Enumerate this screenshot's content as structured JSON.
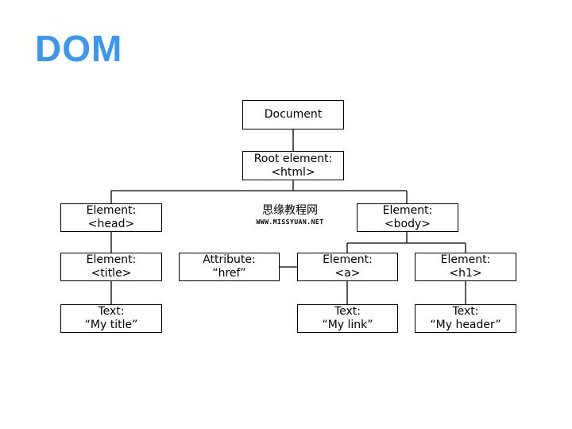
{
  "title": "DOM",
  "colors": {
    "title": "#3b97ee",
    "line": "#000000"
  },
  "nodes": {
    "document": {
      "line1": "Document"
    },
    "root": {
      "line1": "Root element:",
      "line2": "<html>"
    },
    "head": {
      "line1": "Element:",
      "line2": "<head>"
    },
    "body": {
      "line1": "Element:",
      "line2": "<body>"
    },
    "title_el": {
      "line1": "Element:",
      "line2": "<title>"
    },
    "attribute": {
      "line1": "Attribute:",
      "line2": "“href”"
    },
    "a": {
      "line1": "Element:",
      "line2": "<a>"
    },
    "h1": {
      "line1": "Element:",
      "line2": "<h1>"
    },
    "text_title": {
      "line1": "Text:",
      "line2": "“My title”"
    },
    "text_link": {
      "line1": "Text:",
      "line2": "“My link”"
    },
    "text_header": {
      "line1": "Text:",
      "line2": "“My header”"
    }
  },
  "watermark": {
    "chinese": "思缘教程网",
    "url": "WWW.MISSYUAN.NET"
  }
}
